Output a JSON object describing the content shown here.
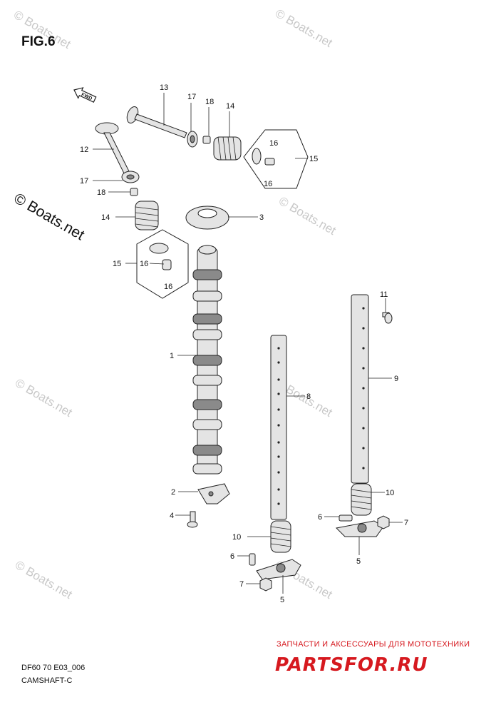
{
  "figure": {
    "title": "FIG.6",
    "code": "DF60 70 E03_006",
    "name": "CAMSHAFT-C"
  },
  "fwd_label": "FWD",
  "watermark": {
    "text": "© Boats.net",
    "large_text": "© Boats.net"
  },
  "brand": {
    "tagline": "ЗАПЧАСТИ И АКСЕССУАРЫ ДЛЯ МОТОТЕХНИКИ",
    "logo": "PARTSFOR.RU"
  },
  "callouts": [
    {
      "id": "c13",
      "label": "13"
    },
    {
      "id": "c17a",
      "label": "17"
    },
    {
      "id": "c18a",
      "label": "18"
    },
    {
      "id": "c14a",
      "label": "14"
    },
    {
      "id": "c16a",
      "label": "16"
    },
    {
      "id": "c15a",
      "label": "15"
    },
    {
      "id": "c16b",
      "label": "16"
    },
    {
      "id": "c12",
      "label": "12"
    },
    {
      "id": "c17b",
      "label": "17"
    },
    {
      "id": "c18b",
      "label": "18"
    },
    {
      "id": "c3",
      "label": "3"
    },
    {
      "id": "c14b",
      "label": "14"
    },
    {
      "id": "c15b",
      "label": "15"
    },
    {
      "id": "c16c",
      "label": "16"
    },
    {
      "id": "c16d",
      "label": "16"
    },
    {
      "id": "c11",
      "label": "11"
    },
    {
      "id": "c1",
      "label": "1"
    },
    {
      "id": "c9",
      "label": "9"
    },
    {
      "id": "c8",
      "label": "8"
    },
    {
      "id": "c2",
      "label": "2"
    },
    {
      "id": "c10a",
      "label": "10"
    },
    {
      "id": "c4",
      "label": "4"
    },
    {
      "id": "c6a",
      "label": "6"
    },
    {
      "id": "c7a",
      "label": "7"
    },
    {
      "id": "c10b",
      "label": "10"
    },
    {
      "id": "c5a",
      "label": "5"
    },
    {
      "id": "c6b",
      "label": "6"
    },
    {
      "id": "c7b",
      "label": "7"
    },
    {
      "id": "c5b",
      "label": "5"
    }
  ]
}
